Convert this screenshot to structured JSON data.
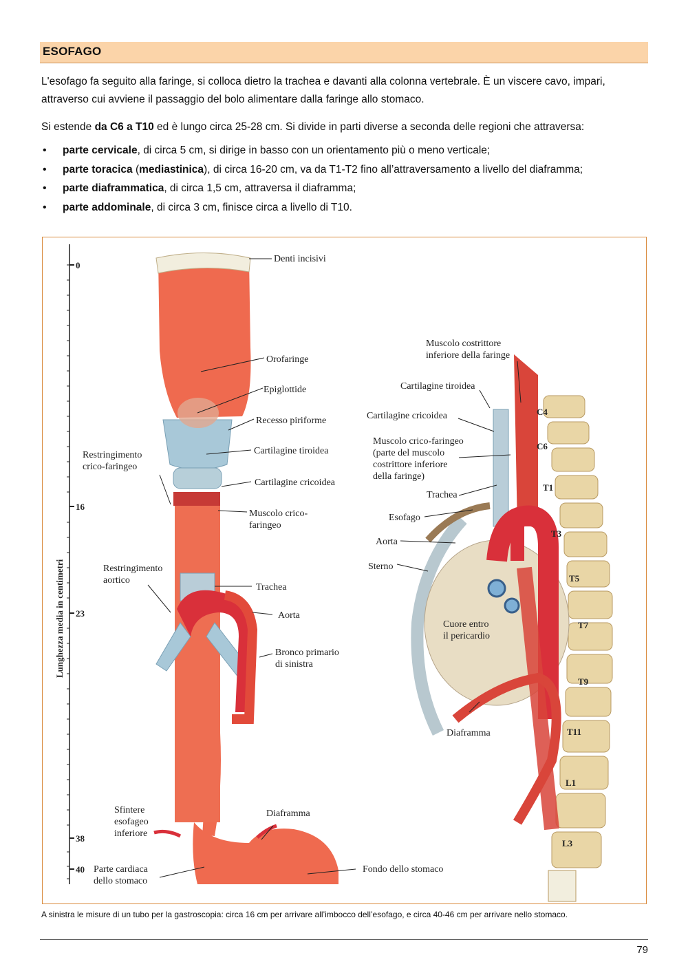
{
  "section": {
    "title": "ESOFAGO"
  },
  "paragraph1": "L'esofago fa seguito alla faringe, si colloca dietro la trachea e davanti alla colonna vertebrale. È un viscere cavo, impari, attraverso cui avviene il passaggio del bolo alimentare dalla faringe allo stomaco.",
  "paragraph2": {
    "pre": "Si estende ",
    "bold": "da C6 a T10",
    "post": " ed è lungo circa 25-28 cm. Si divide in parti diverse a seconda delle regioni che attraversa:"
  },
  "bullets": [
    {
      "bold": "parte cervicale",
      "text": ", di circa 5 cm, si dirige in basso con un orientamento più o meno verticale;"
    },
    {
      "bold": "parte toracica",
      "mid_open": " (",
      "bold2": "mediastinica",
      "text": "), di circa 16-20 cm, va da T1-T2 fino all’attraversamento a livello del diaframma;"
    },
    {
      "bold": "parte diaframmatica",
      "text": ", di circa 1,5 cm, attraversa il diaframma;"
    },
    {
      "bold": "parte addominale",
      "text": ", di circa 3 cm, finisce circa a livello di T10."
    }
  ],
  "figure": {
    "axis_title": "Lunghezza media in centimetri",
    "ticks": [
      "0",
      "16",
      "23",
      "38",
      "40"
    ],
    "left_labels": {
      "denti": "Denti incisivi",
      "orofaringe": "Orofaringe",
      "epiglottide": "Epiglottide",
      "recesso": "Recesso piriforme",
      "tiroidea": "Cartilagine tiroidea",
      "cricoidea": "Cartilagine cricoidea",
      "restr_crico_1": "Restringimento",
      "restr_crico_2": "crico-faringeo",
      "muscolo_crico_1": "Muscolo crico-",
      "muscolo_crico_2": "faringeo",
      "restr_aortico_1": "Restringimento",
      "restr_aortico_2": "aortico",
      "trachea": "Trachea",
      "aorta": "Aorta",
      "bronco_1": "Bronco primario",
      "bronco_2": "di sinistra",
      "sfintere_1": "Sfintere",
      "sfintere_2": "esofageo",
      "sfintere_3": "inferiore",
      "diaframma": "Diaframma",
      "parte_cardiaca_1": "Parte cardiaca",
      "parte_cardiaca_2": "dello stomaco",
      "fondo": "Fondo dello stomaco"
    },
    "right_labels": {
      "costrittore_1": "Muscolo costrittore",
      "costrittore_2": "inferiore della faringe",
      "tiroidea": "Cartilagine tiroidea",
      "cricoidea": "Cartilagine cricoidea",
      "cricofar_1": "Muscolo crico-faringeo",
      "cricofar_2": "(parte del muscolo",
      "cricofar_3": "costrittore inferiore",
      "cricofar_4": "della faringe)",
      "trachea": "Trachea",
      "esofago": "Esofago",
      "aorta": "Aorta",
      "sterno": "Sterno",
      "cuore_1": "Cuore entro",
      "cuore_2": "il pericardio",
      "diaframma": "Diaframma"
    },
    "vertebrae": [
      "C4",
      "C6",
      "T1",
      "T3",
      "T5",
      "T7",
      "T9",
      "T11",
      "L1",
      "L3"
    ]
  },
  "caption": "A sinistra le misure di un tubo per la gastroscopia: circa 16 cm per arrivare all’imbocco dell’esofago, e circa 40-46 cm per arrivare nello stomaco.",
  "page_number": "79",
  "colors": {
    "title_bg": "#fbd4a9",
    "figure_border": "#d98a3c",
    "esophagus": "#ef6a4f",
    "aorta": "#d9303a",
    "cartilage": "#a8c8d8",
    "bone": "#e9d6a6"
  }
}
